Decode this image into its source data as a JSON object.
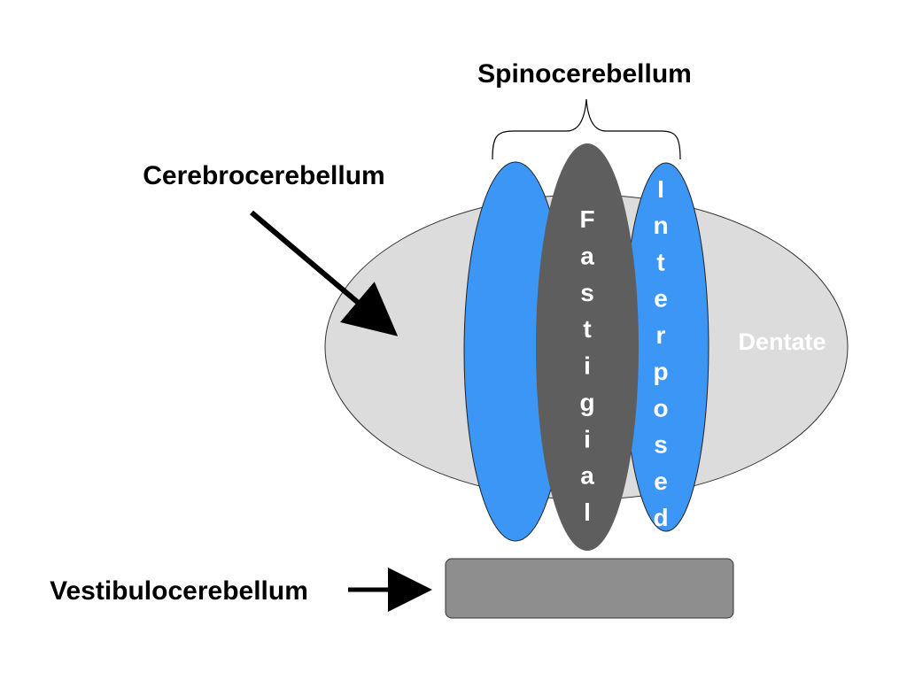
{
  "labels": {
    "spinocerebellum": "Spinocerebellum",
    "cerebrocerebellum": "Cerebrocerebellum",
    "vestibulocerebellum": "Vestibulocerebellum",
    "dentate": "Dentate",
    "fastigial": "Fastigial",
    "interposed": "Interposed"
  },
  "colors": {
    "hemisphere_fill": "#dcdcdc",
    "blue_lobe": "#3b96f5",
    "dark_gray": "#5e5e5e",
    "flocculus": "#8e8e8e",
    "text_dark": "#000000",
    "text_light": "#ffffff"
  }
}
